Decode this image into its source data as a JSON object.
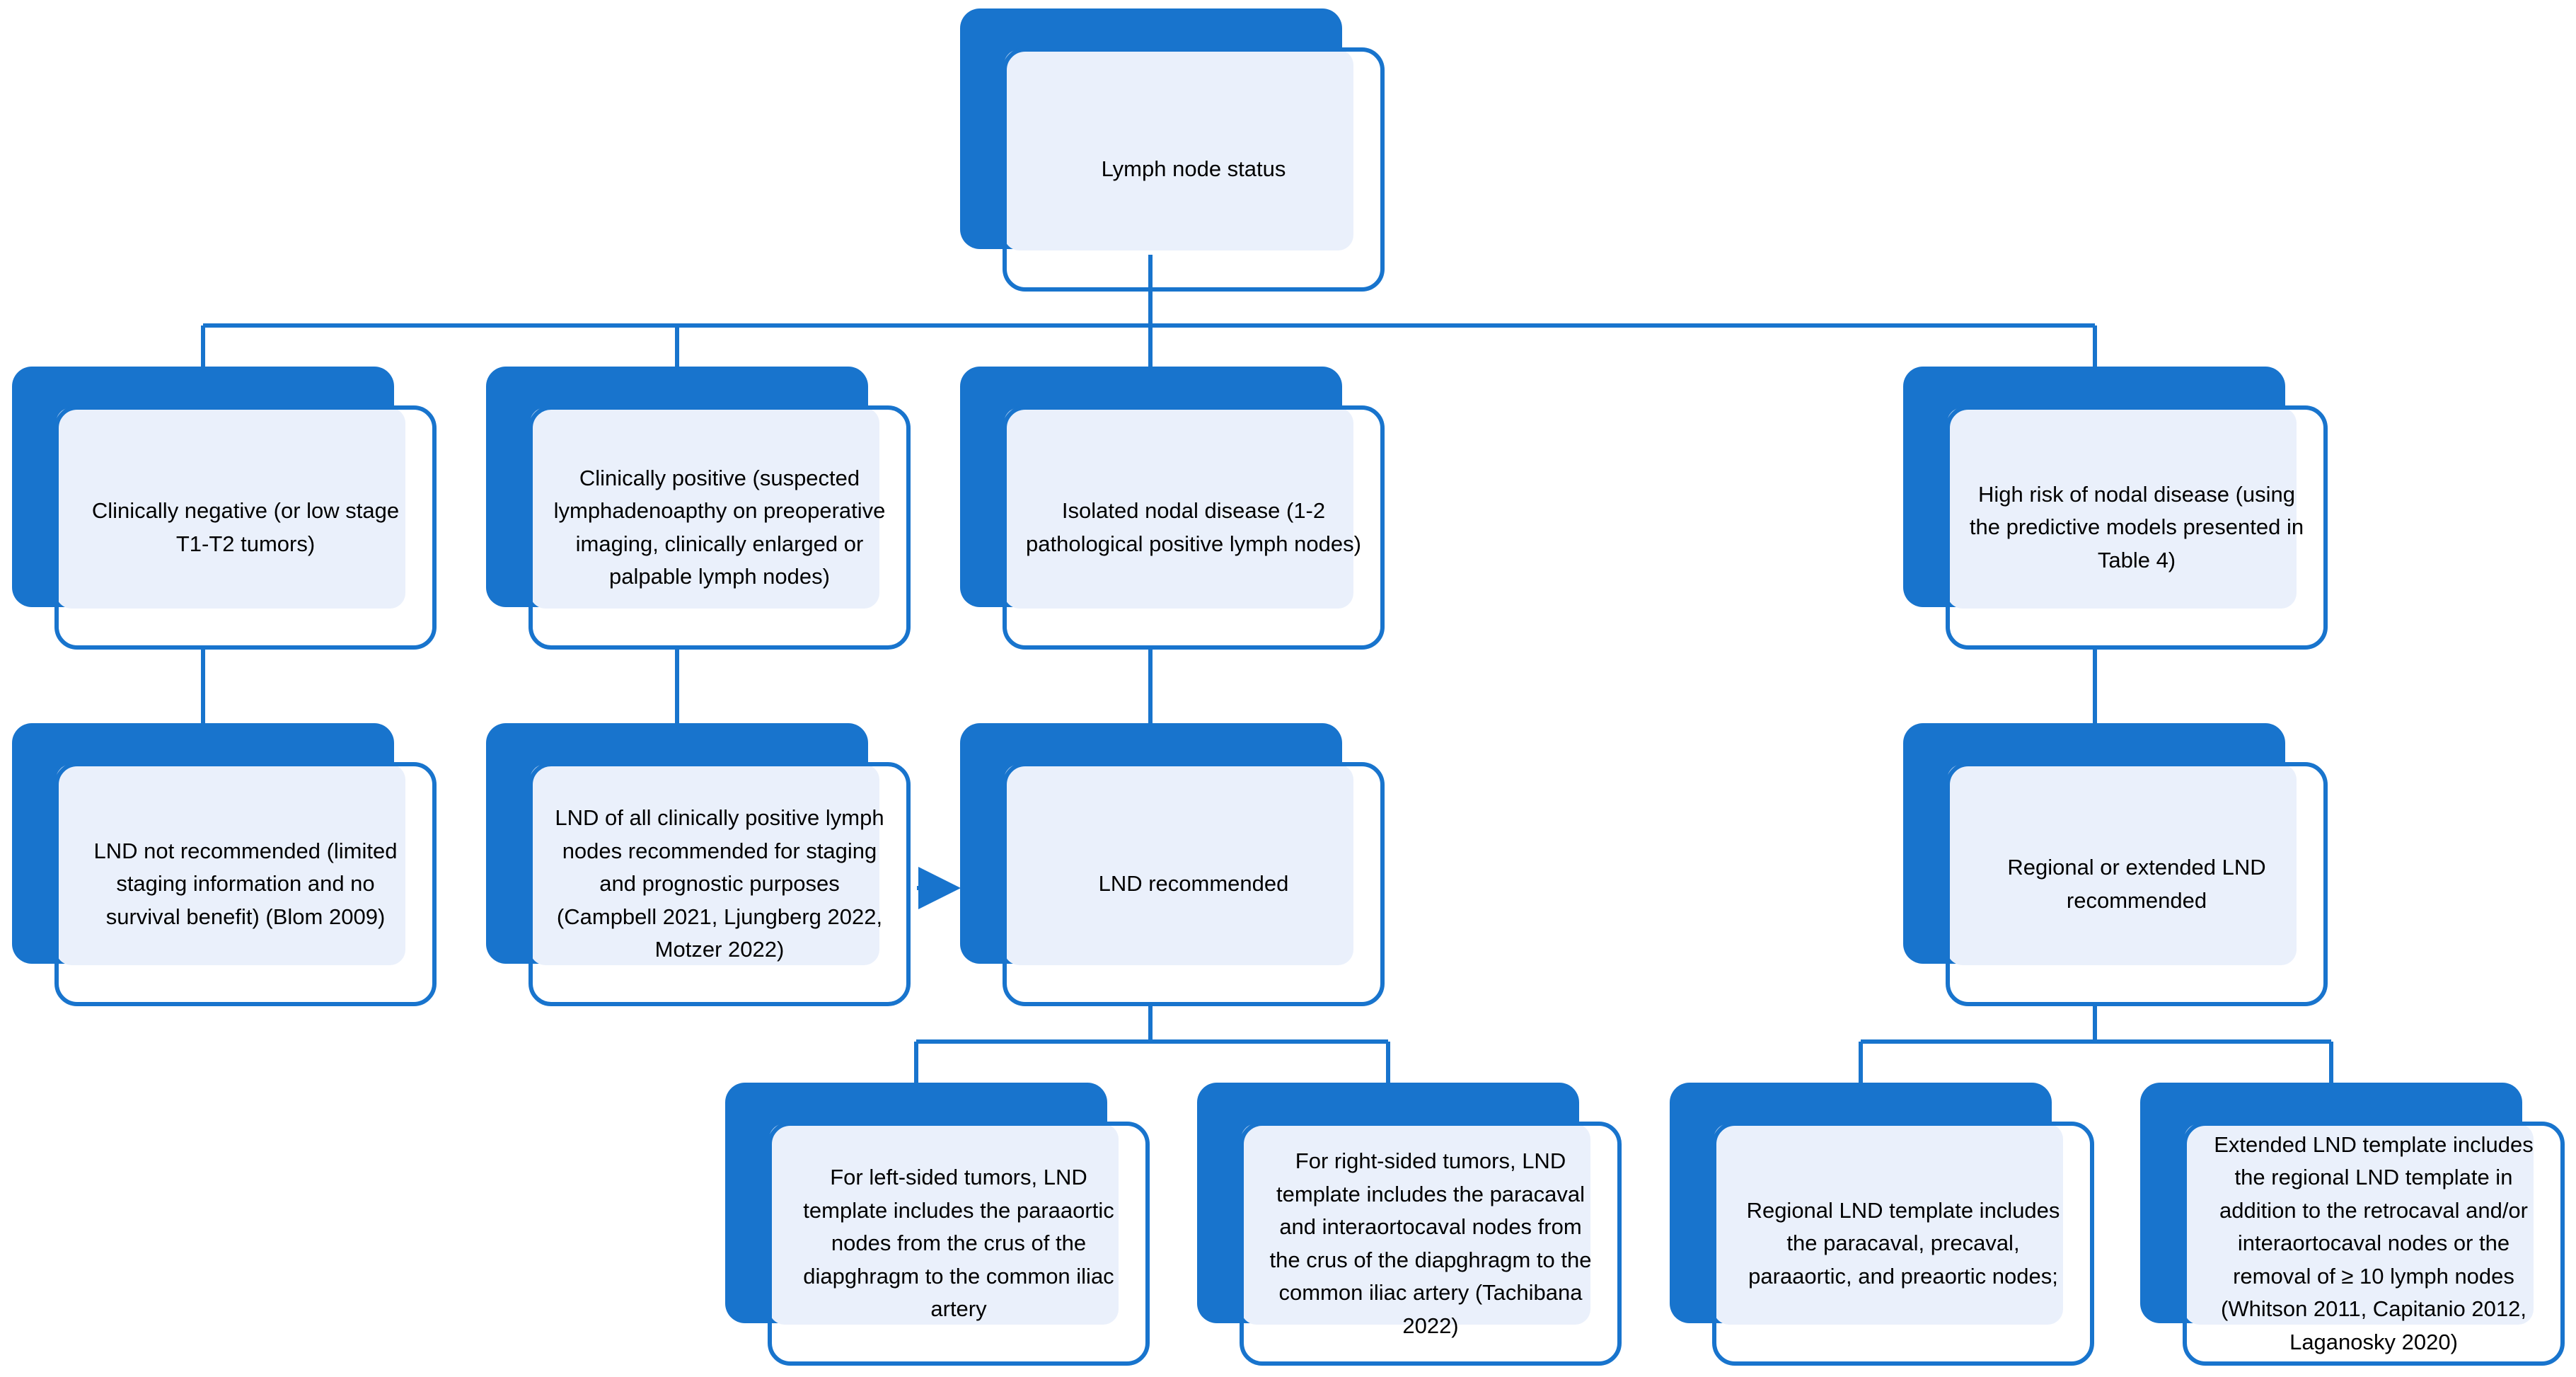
{
  "colors": {
    "accent": "#1874cd",
    "box_fill": "#eaf0fb",
    "text": "#000000"
  },
  "nodes": {
    "root": "Lymph node status",
    "clinically_negative": "Clinically negative (or low stage T1-T2 tumors)",
    "clinically_positive": "Clinically positive (suspected lymphadenoapthy on preoperative imaging, clinically enlarged or palpable lymph nodes)",
    "isolated_nodal": "Isolated nodal disease (1-2 pathological positive lymph nodes)",
    "high_risk": "High risk of nodal disease (using the predictive models presented in Table 4)",
    "lnd_not_recommended": "LND not recommended (limited staging information and no survival benefit) (Blom 2009)",
    "lnd_all_positive": "LND of all clinically positive lymph nodes recommended for staging and prognostic purposes (Campbell 2021, Ljungberg 2022, Motzer 2022)",
    "lnd_recommended": "LND recommended",
    "regional_extended": "Regional or extended LND recommended",
    "left_sided": "For left-sided tumors, LND template includes the paraaortic nodes from the crus of the diapghragm to the common iliac artery",
    "right_sided": "For right-sided tumors, LND template includes the paracaval and interaortocaval nodes from the crus of the diapghragm to the common iliac artery (Tachibana 2022)",
    "regional_template": "Regional LND template includes the paracaval, precaval, paraaortic, and preaortic nodes;",
    "extended_template": "Extended LND template includes the regional LND template in addition to the retrocaval and/or interaortocaval nodes or the removal of ≥ 10 lymph nodes (Whitson 2011, Capitanio 2012, Laganosky 2020)"
  }
}
